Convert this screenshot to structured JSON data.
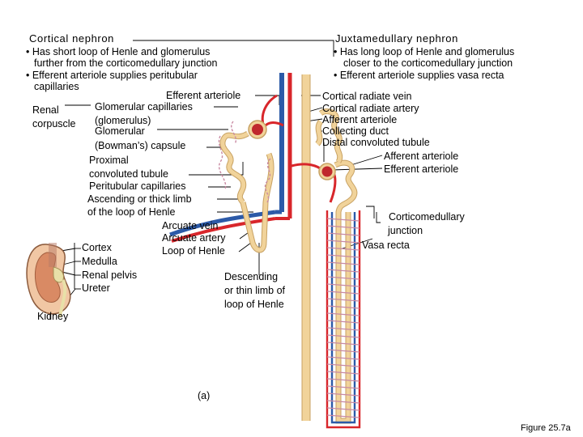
{
  "cortical": {
    "title": "Cortical nephron",
    "bullet1_line1": "• Has short loop of Henle and glomerulus",
    "bullet1_line2": "further from the corticomedullary junction",
    "bullet2_line1": "• Efferent arteriole supplies peritubular",
    "bullet2_line2": "capillaries"
  },
  "juxtamedullary": {
    "title": "Juxtamedullary nephron",
    "bullet1_line1": "• Has long loop of Henle and glomerulus",
    "bullet1_line2": "closer to the corticomedullary junction",
    "bullet2_line1": "• Efferent arteriole supplies vasa recta"
  },
  "labels_left": {
    "efferent_arteriole": "Efferent arteriole",
    "renal": "Renal",
    "corpuscle": "corpuscle",
    "glomerular_capillaries": "Glomerular capillaries",
    "glomerulus": "(glomerulus)",
    "glomerular": "Glomerular",
    "bowmans_capsule": "(Bowman’s) capsule",
    "proximal": "Proximal",
    "convoluted_tubule": "convoluted tubule",
    "peritubular_capillaries": "Peritubular capillaries",
    "ascending_limb": "Ascending or thick limb",
    "of_loop": "of the loop of Henle",
    "arcuate_vein": "Arcuate vein",
    "arcuate_artery": "Arcuate artery",
    "loop_of_henle": "Loop of Henle",
    "cortex": "Cortex",
    "medulla": "Medulla",
    "renal_pelvis": "Renal pelvis",
    "ureter": "Ureter",
    "kidney": "Kidney",
    "descending_line1": "Descending",
    "descending_line2": "or thin limb of",
    "descending_line3": "loop of Henle"
  },
  "labels_right": {
    "cortical_radiate_vein": "Cortical radiate vein",
    "cortical_radiate_artery": "Cortical radiate artery",
    "afferent_arteriole": "Afferent arteriole",
    "collecting_duct": "Collecting duct",
    "distal_convoluted_tubule": "Distal convoluted tubule",
    "afferent_arteriole_2": "Afferent arteriole",
    "efferent_arteriole_2": "Efferent arteriole",
    "corticomedullary": "Corticomedullary",
    "junction": "junction",
    "vasa_recta": "Vasa recta"
  },
  "panel_label": "(a)",
  "figure_label": "Figure 25.7a",
  "colors": {
    "artery": "#d8262b",
    "vein": "#2c5aa8",
    "tubule": "#f1d39a",
    "tubule_edge": "#c8a263",
    "capillary": "#c98aa3"
  }
}
